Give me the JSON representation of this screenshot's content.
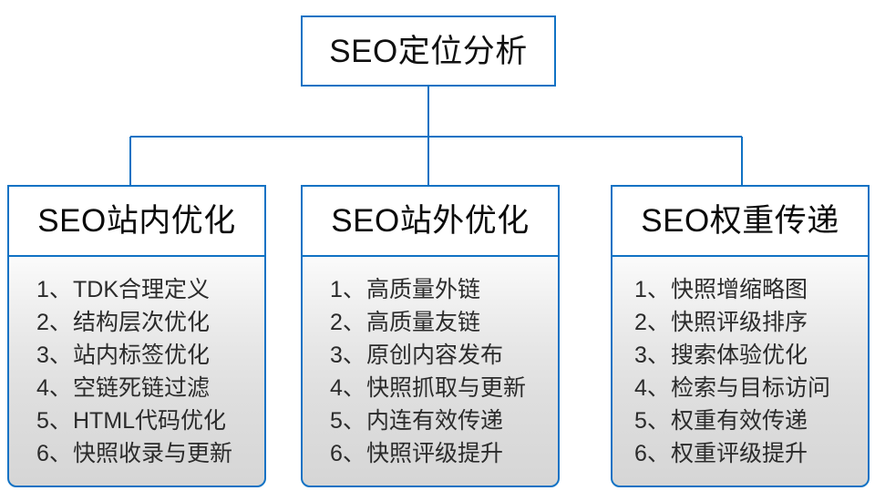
{
  "diagram": {
    "type": "hierarchy-tree",
    "accent_color": "#1072c4",
    "header_fill": "#ffffff",
    "body_fill_top": "#fbfbfb",
    "body_fill_bottom": "#d6d6d6",
    "text_color": "#1a1a1a",
    "root": {
      "label": "SEO定位分析"
    },
    "branches": [
      {
        "id": "onsite",
        "header": "SEO站内优化",
        "items": [
          {
            "index": "1、",
            "text": "TDK合理定义"
          },
          {
            "index": "2、",
            "text": "结构层次优化"
          },
          {
            "index": "3、",
            "text": "站内标签优化"
          },
          {
            "index": "4、",
            "text": "空链死链过滤"
          },
          {
            "index": "5、",
            "text": "HTML代码优化"
          },
          {
            "index": "6、",
            "text": "快照收录与更新"
          }
        ]
      },
      {
        "id": "offsite",
        "header": "SEO站外优化",
        "items": [
          {
            "index": "1、",
            "text": "高质量外链"
          },
          {
            "index": "2、",
            "text": "高质量友链"
          },
          {
            "index": "3、",
            "text": "原创内容发布"
          },
          {
            "index": "4、",
            "text": "快照抓取与更新"
          },
          {
            "index": "5、",
            "text": "内连有效传递"
          },
          {
            "index": "6、",
            "text": "快照评级提升"
          }
        ]
      },
      {
        "id": "weight",
        "header": "SEO权重传递",
        "items": [
          {
            "index": "1、",
            "text": "快照增缩略图"
          },
          {
            "index": "2、",
            "text": "快照评级排序"
          },
          {
            "index": "3、",
            "text": "搜索体验优化"
          },
          {
            "index": "4、",
            "text": "检索与目标访问"
          },
          {
            "index": "5、",
            "text": "权重有效传递"
          },
          {
            "index": "6、",
            "text": "权重评级提升"
          }
        ]
      }
    ]
  }
}
